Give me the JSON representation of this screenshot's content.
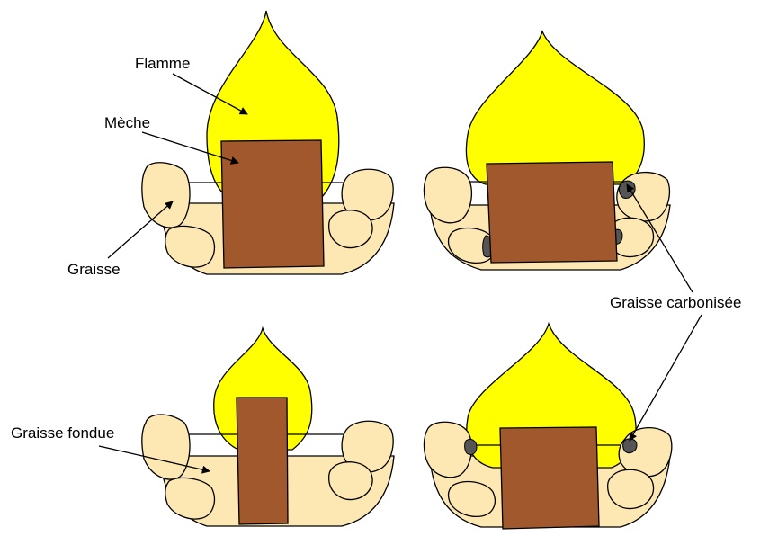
{
  "labels": {
    "flame": "Flamme",
    "wick": "Mèche",
    "fat": "Graisse",
    "charred_fat": "Graisse carbonisée",
    "melted_fat": "Graisse fondue"
  },
  "colors": {
    "flame": "#ffff00",
    "fat": "#fde8b3",
    "wick": "#a0582c",
    "charred": "#555555"
  }
}
